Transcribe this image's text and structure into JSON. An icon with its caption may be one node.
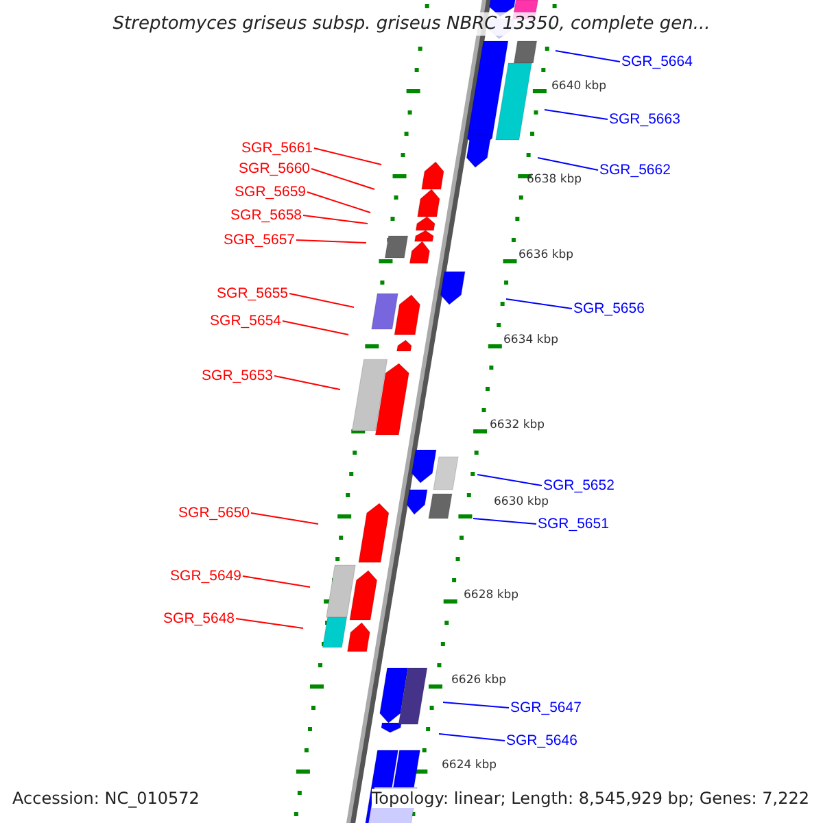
{
  "diagram": {
    "title": "Streptomyces griseus subsp. griseus NBRC 13350, complete gen...",
    "nodes": [
      {
        "text": [
          "SGR_5664"
        ]
      },
      {
        "text": [
          "SGR_5663"
        ]
      },
      {
        "text": [
          "SGR_5661"
        ]
      },
      {
        "text": [
          "SGR_5660"
        ]
      },
      {
        "text": [
          "SGR_5662"
        ]
      },
      {
        "text": [
          "SGR_5659"
        ]
      },
      {
        "text": [
          "SGR_5658"
        ]
      },
      {
        "text": [
          "SGR_5657"
        ]
      },
      {
        "text": [
          "SGR_5655"
        ]
      },
      {
        "text": [
          "SGR_5656"
        ]
      },
      {
        "text": [
          "SGR_5654"
        ]
      },
      {
        "text": [
          "SGR_5653"
        ]
      },
      {
        "text": [
          "SGR_5652"
        ]
      },
      {
        "text": [
          "SGR_5650"
        ]
      },
      {
        "text": [
          "SGR_5651"
        ]
      },
      {
        "text": [
          "SGR_5649"
        ]
      },
      {
        "text": [
          "SGR_5648"
        ]
      },
      {
        "text": [
          "SGR_5647"
        ]
      },
      {
        "text": [
          "SGR_5646"
        ]
      }
    ],
    "edges": [
      {
        "from": 0,
        "to": null,
        "arrow": "none",
        "color": "#0000ff"
      },
      {
        "from": 1,
        "to": null,
        "arrow": "none",
        "color": "#0000ff"
      },
      {
        "from": 2,
        "to": null,
        "arrow": "none"
      },
      {
        "from": 3,
        "to": null,
        "arrow": "none"
      },
      {
        "from": 4,
        "to": null,
        "arrow": "none",
        "color": "#0000ff"
      },
      {
        "from": 5,
        "to": null,
        "arrow": "none"
      },
      {
        "from": 6,
        "to": null,
        "arrow": "none"
      },
      {
        "from": 7,
        "to": null,
        "arrow": "none"
      },
      {
        "from": 8,
        "to": null,
        "arrow": "none"
      },
      {
        "from": 9,
        "to": null,
        "arrow": "none",
        "color": "#0000ff"
      },
      {
        "from": 10,
        "to": null,
        "arrow": "none"
      },
      {
        "from": 11,
        "to": null,
        "arrow": "none"
      },
      {
        "from": 12,
        "to": null,
        "arrow": "none",
        "color": "#0000ff"
      },
      {
        "from": 13,
        "to": null,
        "arrow": "none"
      },
      {
        "from": 14,
        "to": null,
        "arrow": "none",
        "color": "#0000ff"
      },
      {
        "from": 15,
        "to": null,
        "arrow": "none"
      },
      {
        "from": 16,
        "to": null,
        "arrow": "none"
      },
      {
        "from": 17,
        "to": null,
        "arrow": "none",
        "color": "#0000ff"
      },
      {
        "from": 18,
        "to": null,
        "arrow": "none",
        "color": "#0000ff"
      }
    ],
    "labels": [
      "6640 kbp",
      "6638 kbp",
      "6636 kbp",
      "6634 kbp",
      "6632 kbp",
      "6630 kbp",
      "6628 kbp",
      "6626 kbp",
      "6624 kbp",
      "Accession: NC_010572",
      "Topology: linear; Length: 8,545,929 bp; Genes: 7,222"
    ]
  }
}
